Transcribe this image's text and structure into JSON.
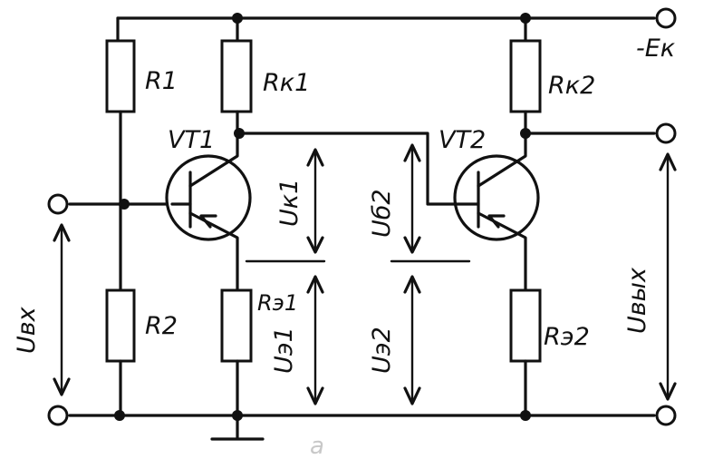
{
  "labels": {
    "r1": "R1",
    "rk1": "Rк1",
    "rk2": "Rк2",
    "vt1": "VT1",
    "vt2": "VT2",
    "ek": "-Eк",
    "uk1": "Uк1",
    "ub2": "Uб2",
    "uin": "Uвх",
    "r2": "R2",
    "re1": "Rэ1",
    "ue1": "Uэ1",
    "ue2": "Uэ2",
    "re2": "Rэ2",
    "uout": "Uвых",
    "fig": "а"
  }
}
